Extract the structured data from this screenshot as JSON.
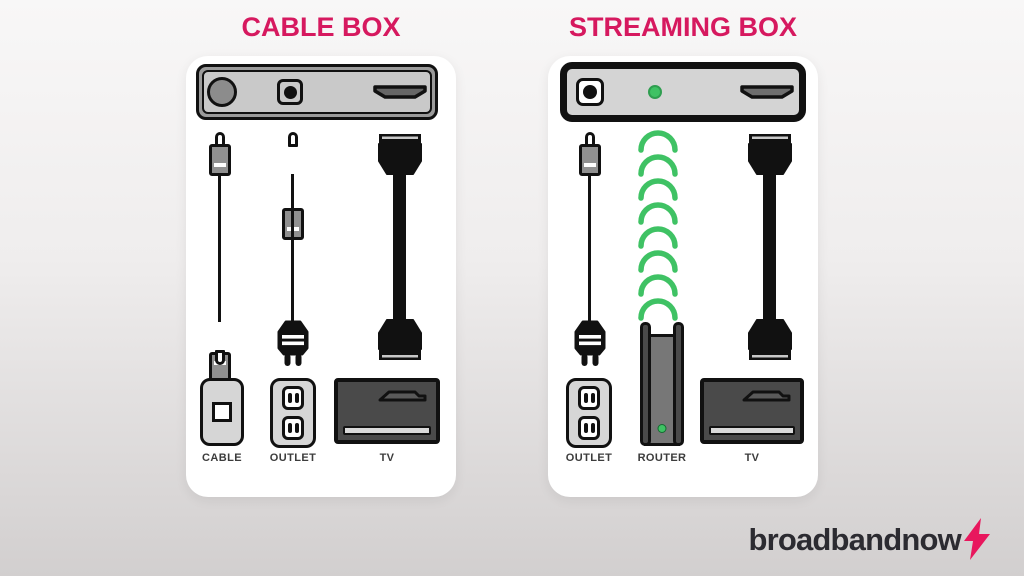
{
  "colors": {
    "accent_pink": "#d6195f",
    "wifi_green": "#3fc264",
    "led_green": "#3fc264",
    "logo_text": "#2c2b31",
    "card_background": "#ffffff",
    "page_gradient_top": "#f8f7f7",
    "page_gradient_bottom": "#d2cfcf"
  },
  "cards": [
    {
      "title": "CABLE BOX",
      "device": "cable-box",
      "ports": [
        "coax-port",
        "optical-port",
        "hdmi-port"
      ],
      "connections": [
        "coax-cable",
        "power-cable",
        "hdmi-cable"
      ],
      "endpoints": [
        {
          "label": "CABLE"
        },
        {
          "label": "OUTLET"
        },
        {
          "label": "TV"
        }
      ]
    },
    {
      "title": "STREAMING BOX",
      "device": "streaming-box",
      "ports": [
        "optical-port",
        "power-led",
        "hdmi-port"
      ],
      "connections": [
        "power-cable",
        "wifi-signal",
        "hdmi-cable"
      ],
      "endpoints": [
        {
          "label": "OUTLET"
        },
        {
          "label": "ROUTER"
        },
        {
          "label": "TV"
        }
      ]
    }
  ],
  "logo": {
    "part1": "broadband",
    "part2": "now",
    "icon": "lightning-bolt"
  },
  "icons": {
    "wifi-signal-icon": "8 green arcs",
    "lightning-bolt-icon": "pink bolt",
    "coax-port-icon": "gray circle",
    "optical-port-icon": "square with dot",
    "hdmi-port-icon": "trapezoid slot",
    "power-led-icon": "green dot"
  }
}
